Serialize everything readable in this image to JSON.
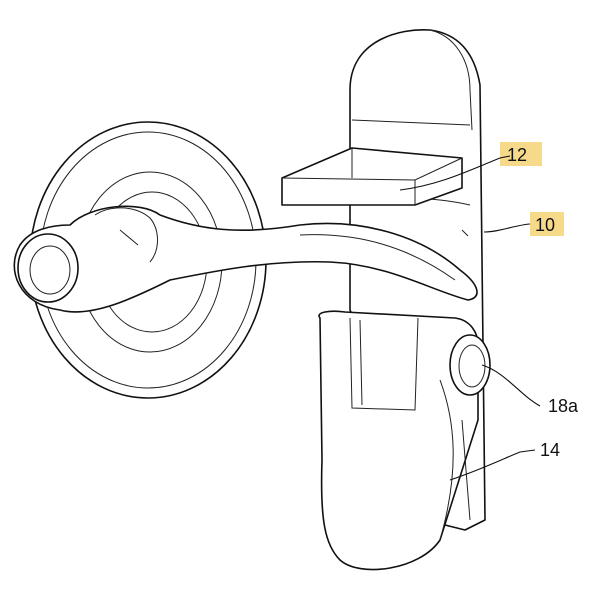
{
  "figure": {
    "labels": {
      "plate_top": "12",
      "plate": "10",
      "pin": "18a",
      "latch": "14"
    },
    "highlight_color": "#f7d98a",
    "line_color": "#111111"
  }
}
